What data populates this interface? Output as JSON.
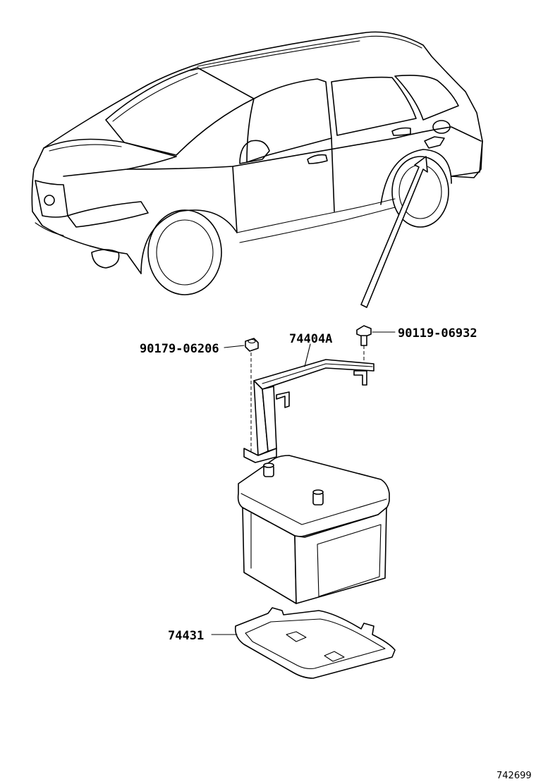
{
  "diagram": {
    "parts": [
      {
        "number": "90179-06206",
        "name": "nut"
      },
      {
        "number": "74404A",
        "name": "battery-clamp"
      },
      {
        "number": "90119-06932",
        "name": "bolt"
      },
      {
        "number": "74431",
        "name": "battery-tray"
      }
    ],
    "reference_number": "742699"
  }
}
